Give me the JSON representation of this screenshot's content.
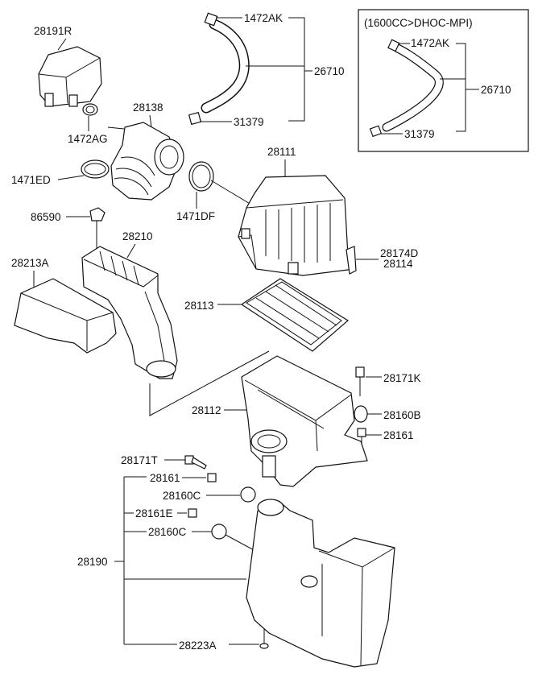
{
  "inset": {
    "caption": "(1600CC>DHOC-MPI)",
    "labels": {
      "hose_clamp": "1472AK",
      "hose": "26710",
      "clip": "31379"
    }
  },
  "labels": {
    "cover": "28191R",
    "clip_top": "1472AK",
    "hose": "26710",
    "clamp_31379": "31379",
    "resonator": "28138",
    "clamp_1472ag": "1472AG",
    "clamp_1471ed": "1471ED",
    "clamp_1471df": "1471DF",
    "upper_cover": "28111",
    "nut": "86590",
    "duct": "28210",
    "duct_cover": "28213A",
    "bracket_d": "28174D",
    "bracket": "28114",
    "filter": "28113",
    "bolt_k": "28171K",
    "lower_body": "28112",
    "bush_b": "28160B",
    "bolt_28161_right": "28161",
    "bolt_t": "28171T",
    "bolt_28161_left": "28161",
    "bush_c1": "28160C",
    "bolt_e": "28161E",
    "bush_c2": "28160C",
    "assembly": "28190",
    "drain": "28223A"
  }
}
